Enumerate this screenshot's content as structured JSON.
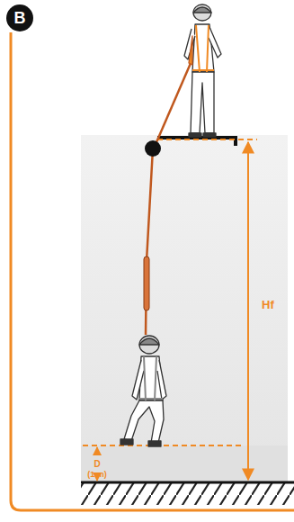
{
  "diagram": {
    "nodes": [
      {
        "text": [
          "B"
        ]
      }
    ],
    "labels": [
      "Hf",
      "D",
      "(1 m)"
    ]
  }
}
